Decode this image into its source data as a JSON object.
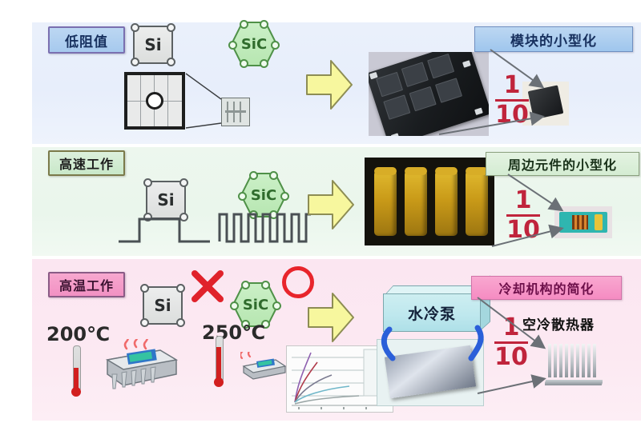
{
  "title": "SiC vs Si power device advantages",
  "rows": [
    {
      "id": "row-low-resistance",
      "tag": "低阻值",
      "si_symbol": "Si",
      "sic_symbol": "SiC",
      "result_tag": "模块的小型化",
      "fraction": {
        "numerator": "1",
        "denominator": "10"
      },
      "arrow": "right-arrow",
      "photo_left_name": "power-module-photo",
      "photo_right_name": "miniature-chip-photo"
    },
    {
      "id": "row-high-speed",
      "tag": "高速工作",
      "si_symbol": "Si",
      "sic_symbol": "SiC",
      "result_tag": "周边元件的小型化",
      "fraction": {
        "numerator": "1",
        "denominator": "10"
      },
      "arrow": "right-arrow",
      "photo_left_name": "large-inductor-photo",
      "photo_right_name": "small-inductor-photo"
    },
    {
      "id": "row-high-temperature",
      "tag": "高温工作",
      "si_symbol": "Si",
      "sic_symbol": "SiC",
      "si_verdict": "✕",
      "sic_verdict": "○",
      "si_temperature": "200℃",
      "sic_temperature": "250℃",
      "result_tag": "冷却机构的简化",
      "pump_label": "水冷泵",
      "aircooler_label": "空冷散热器",
      "fraction": {
        "numerator": "1",
        "denominator": "10"
      },
      "arrow": "right-arrow",
      "photo_left_name": "water-cooled-coldplate-photo",
      "photo_right_name": "air-cooled-heatsink-photo"
    }
  ],
  "colors": {
    "band_blue": "#eaf0fb",
    "band_green": "#edf7ee",
    "band_pink": "#fbe6f1",
    "tag_blue": "#a6c9ee",
    "tag_green": "#c9e8c9",
    "tag_pink": "#f291c3",
    "arrow_yellow": "#f7f7a0",
    "fraction_red": "#c0243c",
    "x_red": "#e8252c",
    "sic_green": "#b6e6b0"
  }
}
